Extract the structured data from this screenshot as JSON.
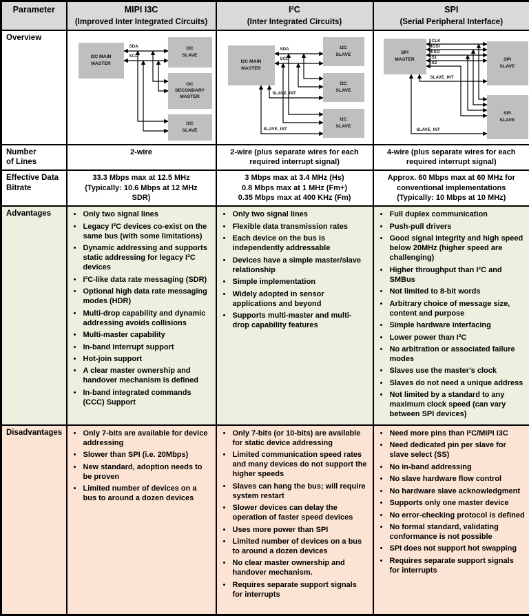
{
  "header": {
    "param": "Parameter"
  },
  "row_labels": {
    "overview": "Overview",
    "lines": "Number\nof Lines",
    "bitrate": "Effective Data\nBitrate",
    "advantages": "Advantages",
    "disadvantages": "Disadvantages"
  },
  "colors": {
    "header_bg": "#d9d9d9",
    "advantages_bg": "#ebf1de",
    "disadvantages_bg": "#fce4d4",
    "diagram_box_bg": "#bfbfbf"
  },
  "columns": [
    {
      "title": "MIPI I3C",
      "subtitle": "(Improved Inter Integrated Circuits)",
      "lines": "2-wire",
      "bitrate": "33.3 Mbps max at 12.5 MHz\n(Typically: 10.6 Mbps at 12 MHz\nSDR)",
      "advantages": [
        "Only two signal lines",
        "Legacy I²C devices co-exist on the same bus (with some limitations)",
        "Dynamic addressing and supports static addressing for legacy I²C devices",
        "I²C-like data rate messaging (SDR)",
        "Optional high data rate messaging modes (HDR)",
        "Multi-drop capability and dynamic addressing avoids collisions",
        "Multi-master capability",
        "In-band Interrupt support",
        "Hot-join support",
        "A clear master ownership and handover mechanism is defined",
        "In-band integrated commands (CCC) Support"
      ],
      "disadvantages": [
        "Only 7-bits are available for device addressing",
        "Slower than SPI (i.e. 20Mbps)",
        "New standard, adoption needs to be proven",
        "Limited number of devices on a bus to around a dozen devices"
      ]
    },
    {
      "title": "I²C",
      "subtitle": "(Inter Integrated Circuits)",
      "lines": "2-wire (plus separate wires for each\nrequired interrupt signal)",
      "bitrate": "3 Mbps max at 3.4 MHz (Hs)\n0.8 Mbps max at 1 MHz (Fm+)\n0.35 Mbps max at 400 KHz (Fm)",
      "advantages": [
        "Only two signal lines",
        "Flexible data transmission rates",
        "Each device on the bus is independently addressable",
        "Devices have a simple master/slave relationship",
        "Simple implementation",
        "Widely adopted in sensor applications and beyond",
        "Supports multi-master and multi-drop capability features"
      ],
      "disadvantages": [
        "Only 7-bits (or 10-bits) are available for static device addressing",
        "Limited communication speed rates and many devices do not support the higher speeds",
        "Slaves can hang the bus; will require system restart",
        "Slower devices can delay the operation of faster speed devices",
        "Uses more power than SPI",
        "Limited number of devices on a bus to around a dozen devices",
        "No clear master ownership and handover mechanism.",
        "Requires separate support signals for interrupts"
      ]
    },
    {
      "title": "SPI",
      "subtitle": "(Serial Peripheral Interface)",
      "lines": "4-wire (plus separate wires for each\nrequired interrupt signal)",
      "bitrate": "Approx. 60 Mbps max at 60 MHz for\nconventional implementations\n(Typically: 10 Mbps at 10 MHz)",
      "advantages": [
        "Full duplex communication",
        "Push-pull drivers",
        "Good signal integrity and high speed below 20MHz (higher speed are challenging)",
        "Higher throughput than I²C and SMBus",
        "Not limited to 8-bit words",
        "Arbitrary choice of message size, content and purpose",
        "Simple hardware interfacing",
        "Lower power than I²C",
        "No arbitration or associated failure modes",
        "Slaves use the master's clock",
        "Slaves do not need a unique address",
        "Not limited by a standard to any maximum clock speed (can vary between SPI devices)"
      ],
      "disadvantages": [
        "Need more pins than I²C/MIPI I3C",
        "Need dedicated pin per slave for slave select (SS)",
        "No in-band addressing",
        "No slave hardware flow control",
        "No hardware slave acknowledgment",
        "Supports only one master device",
        "No error-checking protocol is defined",
        "No formal standard, validating conformance is not possible",
        "SPI does not support hot swapping",
        "Requires separate support signals for interrupts"
      ]
    }
  ],
  "diagrams": {
    "i3c": {
      "master": "I3C MAIN\nMASTER",
      "slave1": "I3C\nSLAVE",
      "slave2": "I3C\nSECONDARY\nMASTER",
      "slave3": "I2C\nSLAVE",
      "sig1": "SDA",
      "sig2": "SCL"
    },
    "i2c": {
      "master": "I2C MAIN\nMASTER",
      "slave1": "I2C\nSLAVE",
      "slave2": "I2C\nSLAVE",
      "slave3": "I2C\nSLAVE",
      "sig1": "SDA",
      "sig2": "SCL",
      "int1": "SLAVE_INT",
      "int2": "SLAVE_INT"
    },
    "spi": {
      "master": "SPI\nMASTER",
      "slave1": "SPI\nSLAVE",
      "slave2": "SPI\nSLAVE",
      "sig1": "SCLK",
      "sig2": "MOSI",
      "sig3": "MISO",
      "sig4": "SS1",
      "sig5": "SS2",
      "int1": "SLAVE_INT",
      "int2": "SLAVE_INT"
    }
  }
}
